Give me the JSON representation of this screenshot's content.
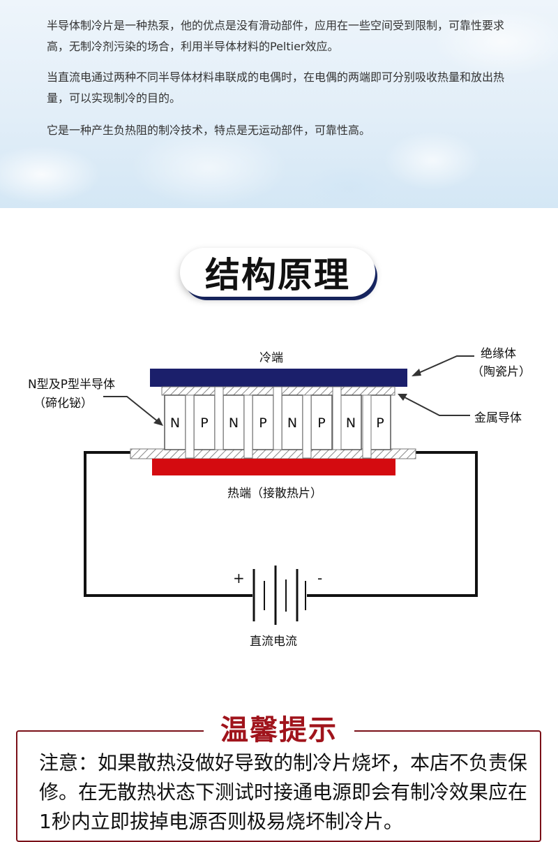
{
  "intro": {
    "paragraphs": [
      "半导体制冷片是一种热泵，他的优点是没有滑动部件，应用在一些空间受到限制，可靠性要求高，无制冷剂污染的场合，利用半导体材料的Peltier效应。",
      "当直流电通过两种不同半导体材料串联成的电偶时，在电偶的两端即可分别吸收热量和放出热量，可以实现制冷的目的。",
      "它是一种产生负热阻的制冷技术，特点是无运动部件，可靠性高。"
    ]
  },
  "section": {
    "title": "结构原理"
  },
  "diagram": {
    "cold_end": "冷端",
    "insulator": "绝缘体",
    "insulator_sub": "（陶瓷片）",
    "semiconductor": "N型及P型半导体",
    "semiconductor_sub": "（碲化铋）",
    "metal_conductor": "金属导体",
    "hot_end": "热端（接散热片）",
    "dc_label": "直流电流",
    "plus": "+",
    "minus": "-",
    "elements": [
      "N",
      "P",
      "N",
      "P",
      "N",
      "P",
      "N",
      "P"
    ],
    "colors": {
      "cold_plate": "#1b1f6b",
      "hot_plate": "#d40b10"
    }
  },
  "notice": {
    "title": "温馨提示",
    "text": "注意：如果散热没做好导致的制冷片烧坏，本店不负责保修。在无散热状态下测试时接通电源即会有制冷效果应在1秒内立即拔掉电源否则极易烧坏制冷片。"
  }
}
